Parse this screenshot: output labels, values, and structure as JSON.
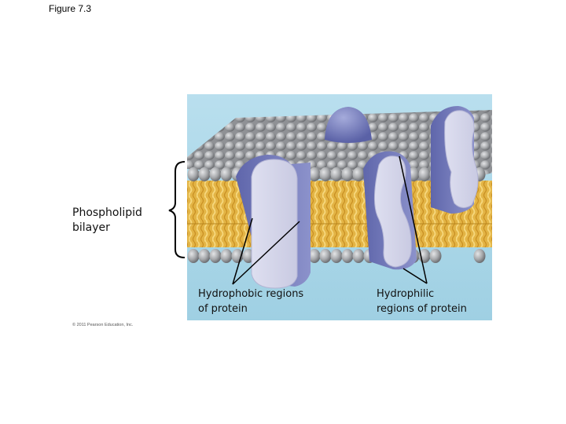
{
  "figure": {
    "title": "Figure 7.3"
  },
  "labels": {
    "phospholipid_bilayer": [
      "Phospholipid",
      "bilayer"
    ],
    "hydrophobic_regions": [
      "Hydrophobic regions",
      "of protein"
    ],
    "hydrophilic_regions": [
      "Hydrophilic",
      "regions of protein"
    ]
  },
  "copyright": "© 2011 Pearson Education, Inc.",
  "colors": {
    "background_panel": "#a9d6e7",
    "phospholipid_head": "#a8aaad",
    "lipid_tail": "#e8b94a",
    "protein_hydrophobic": "#d5d5ea",
    "protein_hydrophilic": "#7f86c2",
    "leader_line": "#000000"
  }
}
